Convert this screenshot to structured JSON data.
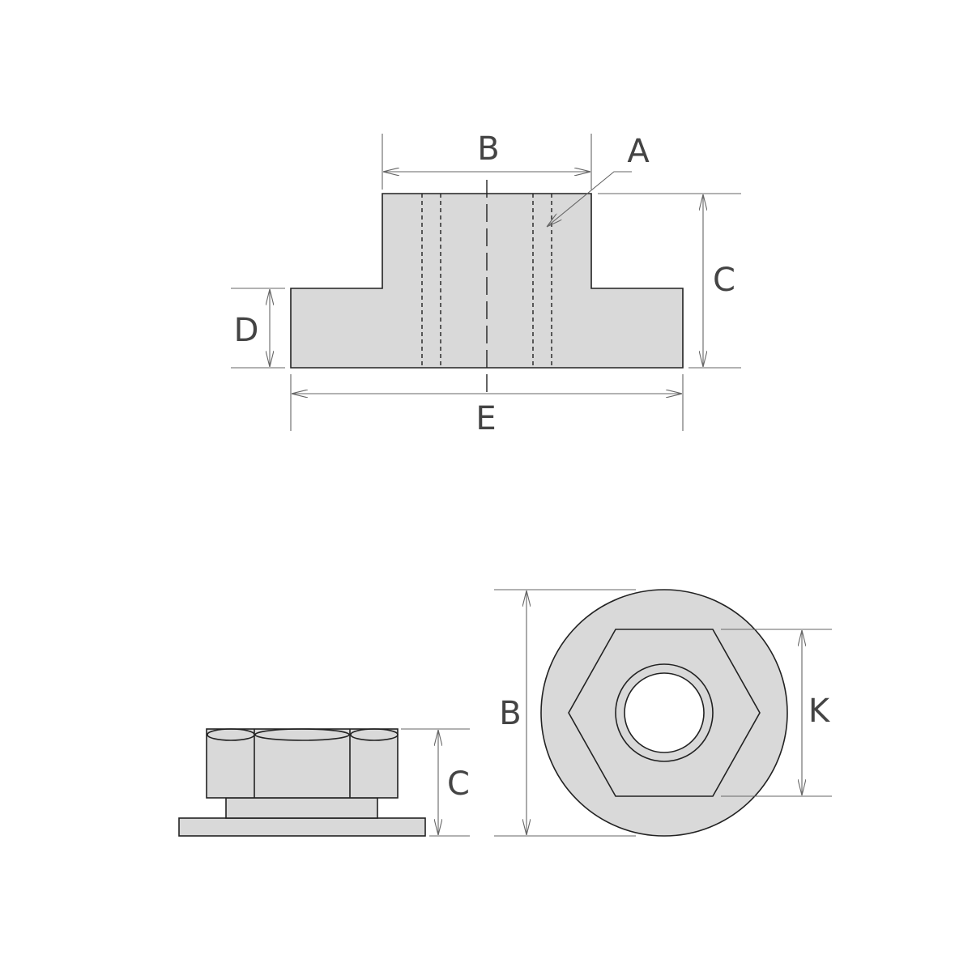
{
  "colors": {
    "part_fill": "#d9d9d9",
    "outline": "#222222",
    "dimension": "#666666",
    "label": "#444444"
  },
  "top_view": {
    "labels": {
      "B": "B",
      "A": "A",
      "C": "C",
      "D": "D",
      "E": "E"
    }
  },
  "side_view": {
    "labels": {
      "C": "C"
    }
  },
  "front_view": {
    "labels": {
      "B": "B",
      "K": "K"
    }
  }
}
